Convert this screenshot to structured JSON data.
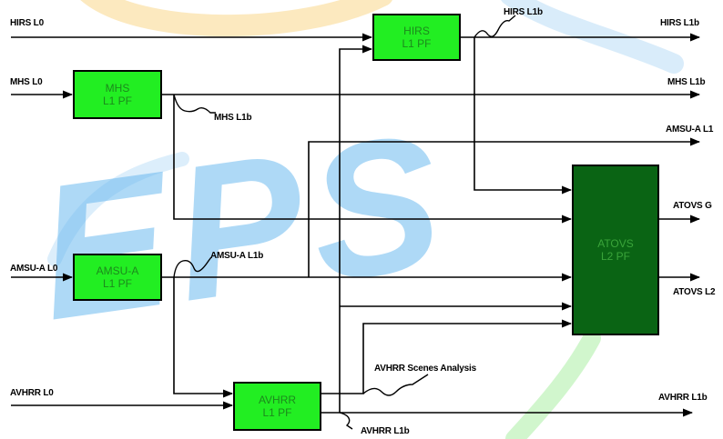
{
  "watermark": {
    "text": "EPS",
    "color": "#5fb4ef"
  },
  "colors": {
    "l1_box": "#22ee22",
    "l2_box": "#0a6414",
    "line": "#000000"
  },
  "boxes": {
    "hirs": {
      "line1": "HIRS",
      "line2": "L1 PF"
    },
    "mhs": {
      "line1": "MHS",
      "line2": "L1 PF"
    },
    "amsu": {
      "line1": "AMSU-A",
      "line2": "L1 PF"
    },
    "avhrr": {
      "line1": "AVHRR",
      "line2": "L1 PF"
    },
    "atovs": {
      "line1": "ATOVS",
      "line2": "L2 PF"
    }
  },
  "inputs": {
    "hirs_l0": "HIRS L0",
    "mhs_l0": "MHS L0",
    "amsu_l0": "AMSU-A L0",
    "avhrr_l0": "AVHRR L0"
  },
  "outputs": {
    "hirs_l1b": "HIRS L1b",
    "mhs_l1b": "MHS L1b",
    "amsu_l1b": "AMSU-A L1",
    "atovs_g": "ATOVS G",
    "atovs_l2": "ATOVS L2",
    "avhrr_l1b": "AVHRR L1b"
  },
  "callouts": {
    "hirs_l1b": "HIRS L1b",
    "mhs_l1b": "MHS L1b",
    "amsu_l1b": "AMSU-A L1b",
    "avhrr_sa": "AVHRR Scenes Analysis",
    "avhrr_l1b": "AVHRR L1b"
  }
}
